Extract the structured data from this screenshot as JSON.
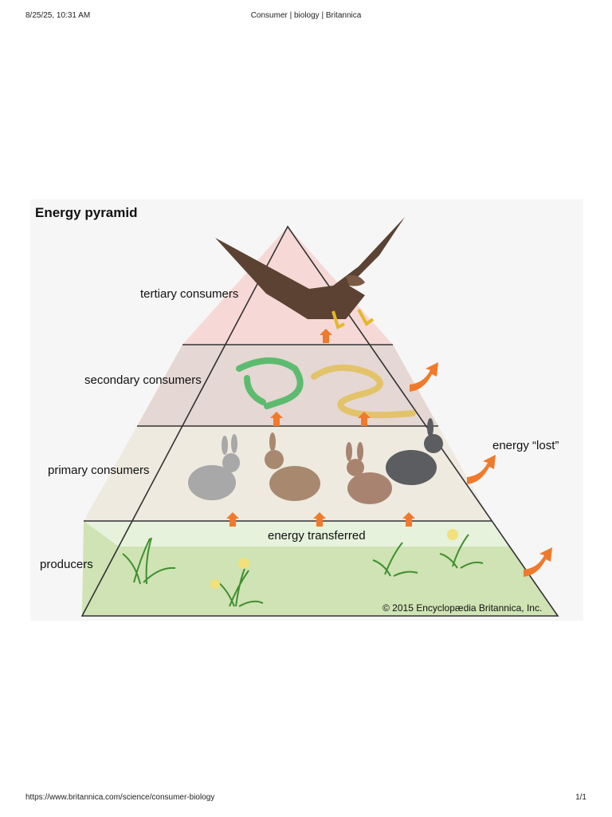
{
  "print_header": {
    "datetime": "8/25/25, 10:31 AM",
    "page_title": "Consumer | biology | Britannica"
  },
  "print_footer": {
    "url": "https://www.britannica.com/science/consumer-biology",
    "page_number": "1/1"
  },
  "figure": {
    "title": "Energy pyramid",
    "levels": [
      {
        "label": "tertiary consumers",
        "fill": "#f6d9d6"
      },
      {
        "label": "secondary consumers",
        "fill": "#e5d7d3"
      },
      {
        "label": "primary consumers",
        "fill": "#eeeadf"
      },
      {
        "label": "producers",
        "fill": "#cfe3b4"
      }
    ],
    "energy_transferred_label": "energy transferred",
    "energy_lost_label": "energy “lost”",
    "copyright": "© 2015 Encyclopædia Britannica, Inc.",
    "colors": {
      "arrow": "#f07a2c",
      "outline": "#333333",
      "background": "#f6f6f6"
    }
  }
}
